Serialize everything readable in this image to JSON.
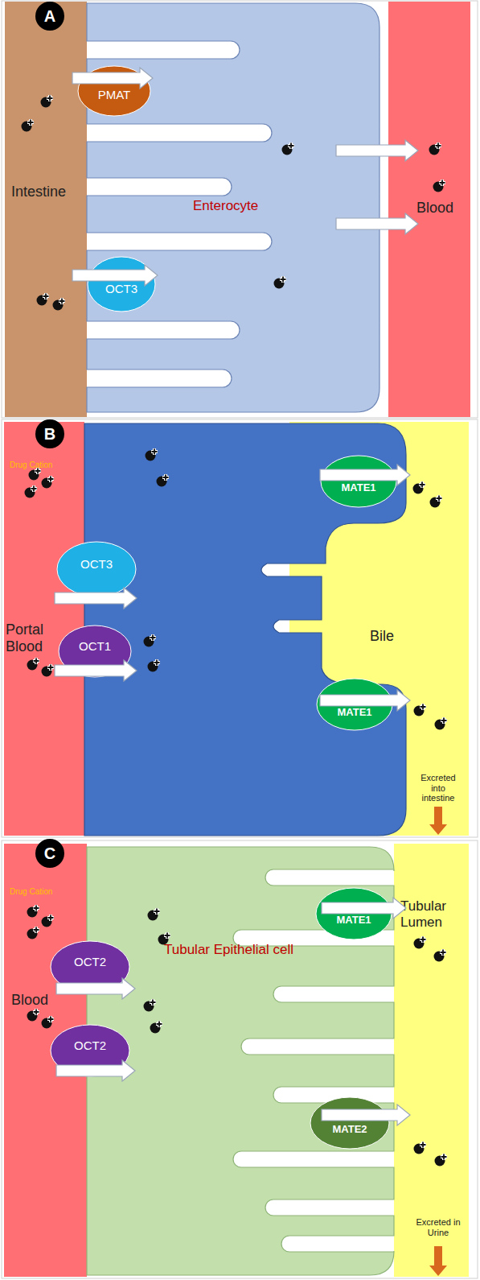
{
  "diagram": {
    "nodes": [
      {
        "text": [
          "A"
        ]
      },
      {
        "text": [
          "Intestine"
        ]
      },
      {
        "text": [
          "Enterocyte"
        ]
      },
      {
        "text": [
          "Blood"
        ]
      },
      {
        "text": [
          "PMAT"
        ]
      },
      {
        "text": [
          "OCT3"
        ]
      },
      {
        "text": [
          "B"
        ]
      },
      {
        "text": [
          "Portal Blood"
        ]
      },
      {
        "text": [
          "Bile"
        ]
      },
      {
        "text": [
          "OCT3"
        ]
      },
      {
        "text": [
          "OCT1"
        ]
      },
      {
        "text": [
          "MATE1"
        ]
      },
      {
        "text": [
          "MATE1"
        ]
      },
      {
        "text": [
          "C"
        ]
      },
      {
        "text": [
          "Blood"
        ]
      },
      {
        "text": [
          "Tubular Epithelial cell"
        ]
      },
      {
        "text": [
          "Tubular Lumen"
        ]
      },
      {
        "text": [
          "OCT2"
        ]
      },
      {
        "text": [
          "OCT2"
        ]
      },
      {
        "text": [
          "MATE1"
        ]
      },
      {
        "text": [
          "MATE2"
        ]
      }
    ],
    "labels": [
      "Drug Cation",
      "Excreted into intestine",
      "Drug Cation",
      "Excreted in Urine"
    ]
  }
}
